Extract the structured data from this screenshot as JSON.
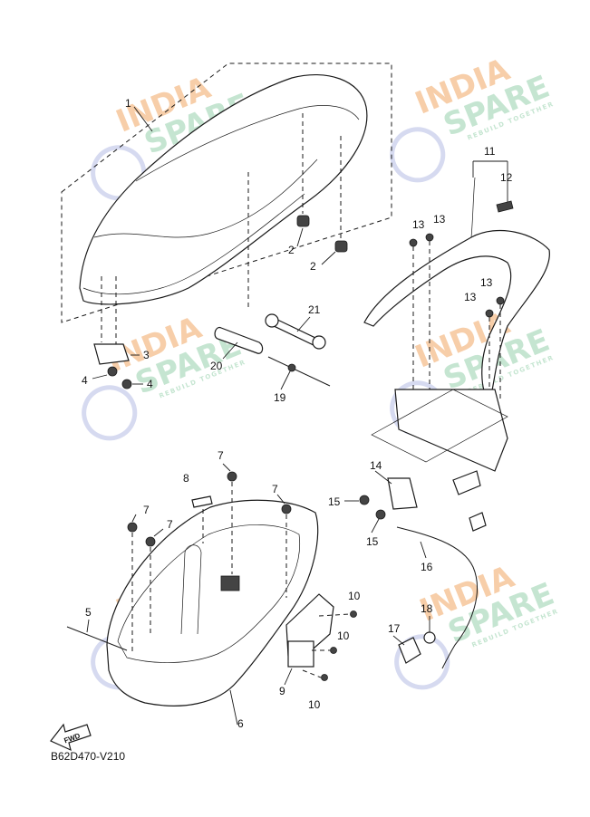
{
  "diagram": {
    "code": "B62D470-V210",
    "fwd_label": "FWD",
    "callouts": [
      {
        "id": "c1",
        "text": "1"
      },
      {
        "id": "c2a",
        "text": "2"
      },
      {
        "id": "c2b",
        "text": "2"
      },
      {
        "id": "c3",
        "text": "3"
      },
      {
        "id": "c4a",
        "text": "4"
      },
      {
        "id": "c4b",
        "text": "4"
      },
      {
        "id": "c5",
        "text": "5"
      },
      {
        "id": "c6",
        "text": "6"
      },
      {
        "id": "c7a",
        "text": "7"
      },
      {
        "id": "c7b",
        "text": "7"
      },
      {
        "id": "c7c",
        "text": "7"
      },
      {
        "id": "c7d",
        "text": "7"
      },
      {
        "id": "c8",
        "text": "8"
      },
      {
        "id": "c9",
        "text": "9"
      },
      {
        "id": "c10a",
        "text": "10"
      },
      {
        "id": "c10b",
        "text": "10"
      },
      {
        "id": "c10c",
        "text": "10"
      },
      {
        "id": "c11",
        "text": "11"
      },
      {
        "id": "c12",
        "text": "12"
      },
      {
        "id": "c13a",
        "text": "13"
      },
      {
        "id": "c13b",
        "text": "13"
      },
      {
        "id": "c13c",
        "text": "13"
      },
      {
        "id": "c13d",
        "text": "13"
      },
      {
        "id": "c14",
        "text": "14"
      },
      {
        "id": "c15a",
        "text": "15"
      },
      {
        "id": "c15b",
        "text": "15"
      },
      {
        "id": "c16",
        "text": "16"
      },
      {
        "id": "c17",
        "text": "17"
      },
      {
        "id": "c18",
        "text": "18"
      },
      {
        "id": "c19",
        "text": "19"
      },
      {
        "id": "c20",
        "text": "20"
      },
      {
        "id": "c21",
        "text": "21"
      }
    ]
  },
  "watermark": {
    "line1": "INDIA",
    "line2": "SPARE",
    "tagline": "REBUILD TOGETHER",
    "color_orange": "#f6c9a0",
    "color_green": "#bfe3cc",
    "color_blue": "#d2d6ef"
  }
}
